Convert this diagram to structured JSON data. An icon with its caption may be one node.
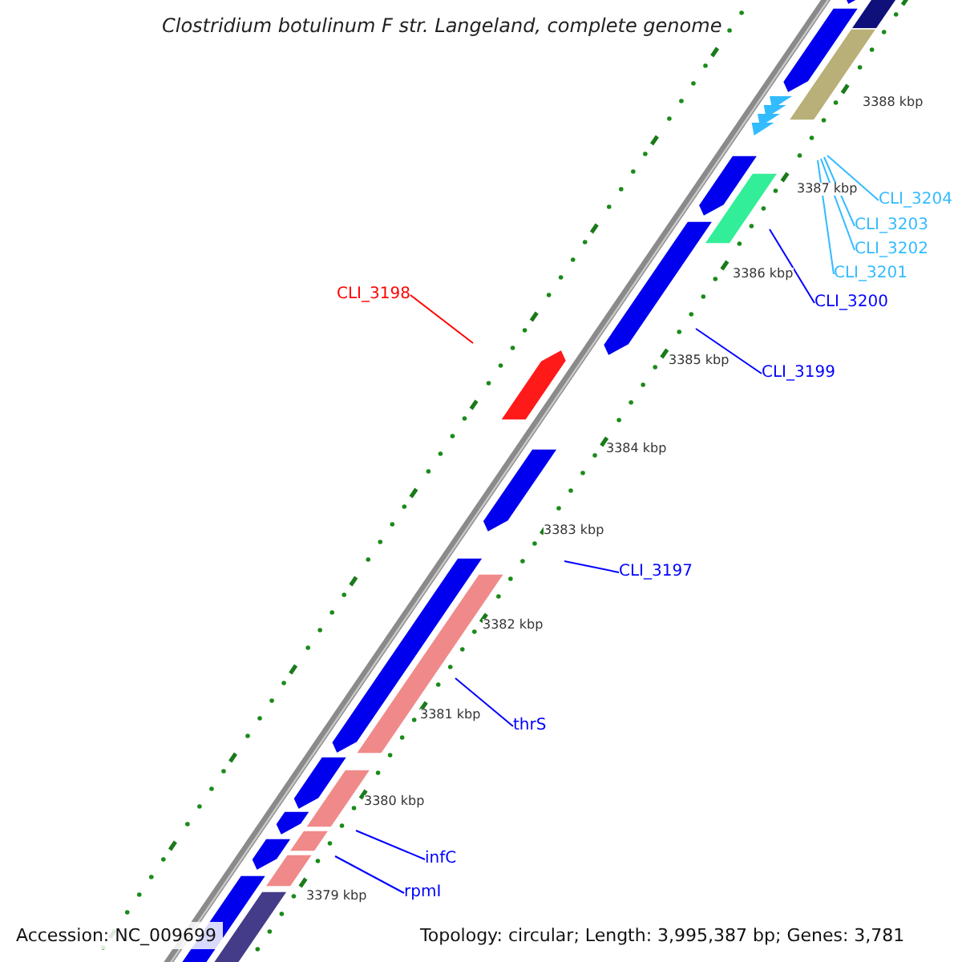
{
  "diagram": {
    "title": "Clostridium botulinum F str. Langeland, complete genome",
    "nodes": [
      {
        "text": [
          "CLI_3204"
        ]
      },
      {
        "text": [
          "CLI_3203"
        ]
      },
      {
        "text": [
          "CLI_3202"
        ]
      },
      {
        "text": [
          "CLI_3201"
        ]
      },
      {
        "text": [
          "CLI_3200"
        ]
      },
      {
        "text": [
          "CLI_3199"
        ]
      },
      {
        "text": [
          "CLI_3198"
        ]
      },
      {
        "text": [
          "CLI_3197"
        ]
      },
      {
        "text": [
          "thrS"
        ]
      },
      {
        "text": [
          "infC"
        ]
      },
      {
        "text": [
          "rpmI"
        ]
      }
    ],
    "edges": [
      {
        "from": 0,
        "to": null,
        "arrow": "none",
        "color": "#33bbff"
      },
      {
        "from": 1,
        "to": null,
        "arrow": "none",
        "color": "#33bbff"
      },
      {
        "from": 2,
        "to": null,
        "arrow": "none",
        "color": "#33bbff"
      },
      {
        "from": 3,
        "to": null,
        "arrow": "none",
        "color": "#33bbff"
      },
      {
        "from": 4,
        "to": null,
        "arrow": "none"
      },
      {
        "from": 5,
        "to": null,
        "arrow": "none"
      },
      {
        "from": 6,
        "to": null,
        "arrow": "none",
        "color": "#ff0000"
      },
      {
        "from": 7,
        "to": null,
        "arrow": "none"
      },
      {
        "from": 8,
        "to": null,
        "arrow": "none"
      },
      {
        "from": 9,
        "to": null,
        "arrow": "none"
      },
      {
        "from": 10,
        "to": null,
        "arrow": "none"
      }
    ],
    "labels": [
      "3388 kbp",
      "3387 kbp",
      "3386 kbp",
      "3385 kbp",
      "3384 kbp",
      "3383 kbp",
      "3382 kbp",
      "3381 kbp",
      "3380 kbp",
      "3379 kbp",
      "Accession: NC_009699",
      "Topology: circular; Length: 3,995,387 bp; Genes: 3,781"
    ]
  }
}
